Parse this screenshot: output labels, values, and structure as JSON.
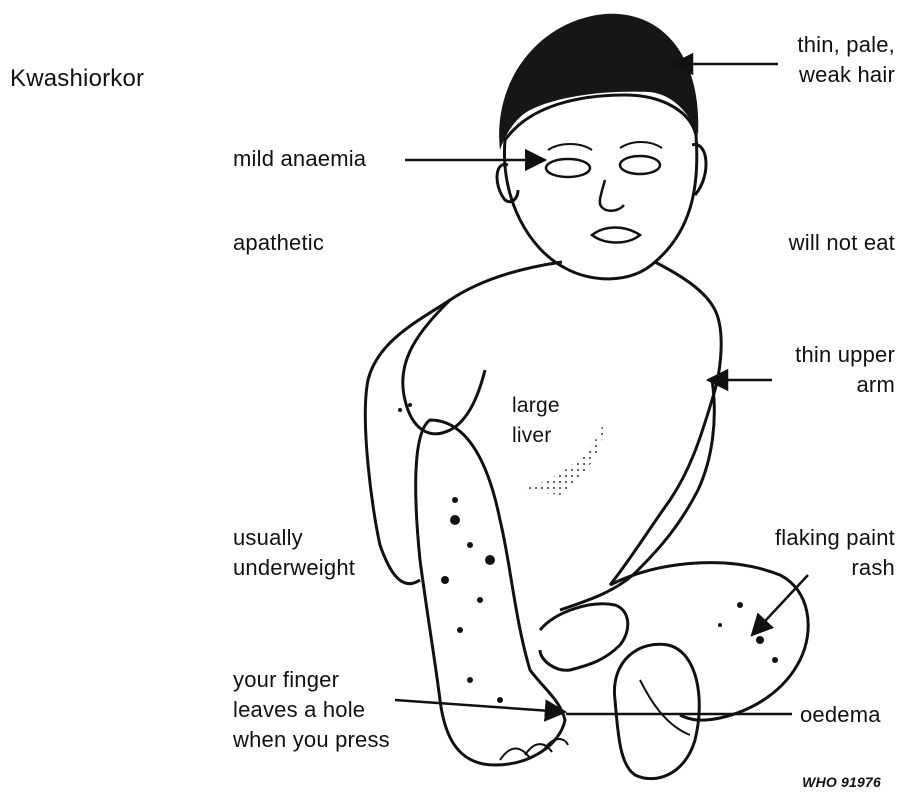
{
  "title": "Kwashiorkor",
  "labels": {
    "hair": "thin, pale,\nweak hair",
    "anaemia": "mild anaemia",
    "apathetic": "apathetic",
    "will_not_eat": "will not eat",
    "upper_arm": "thin upper\narm",
    "liver": "large\nliver",
    "underweight": "usually\nunderweight",
    "flaking": "flaking paint\nrash",
    "finger": "your finger\nleaves a hole\nwhen you press",
    "oedema": "oedema"
  },
  "credit": "WHO 91976"
}
